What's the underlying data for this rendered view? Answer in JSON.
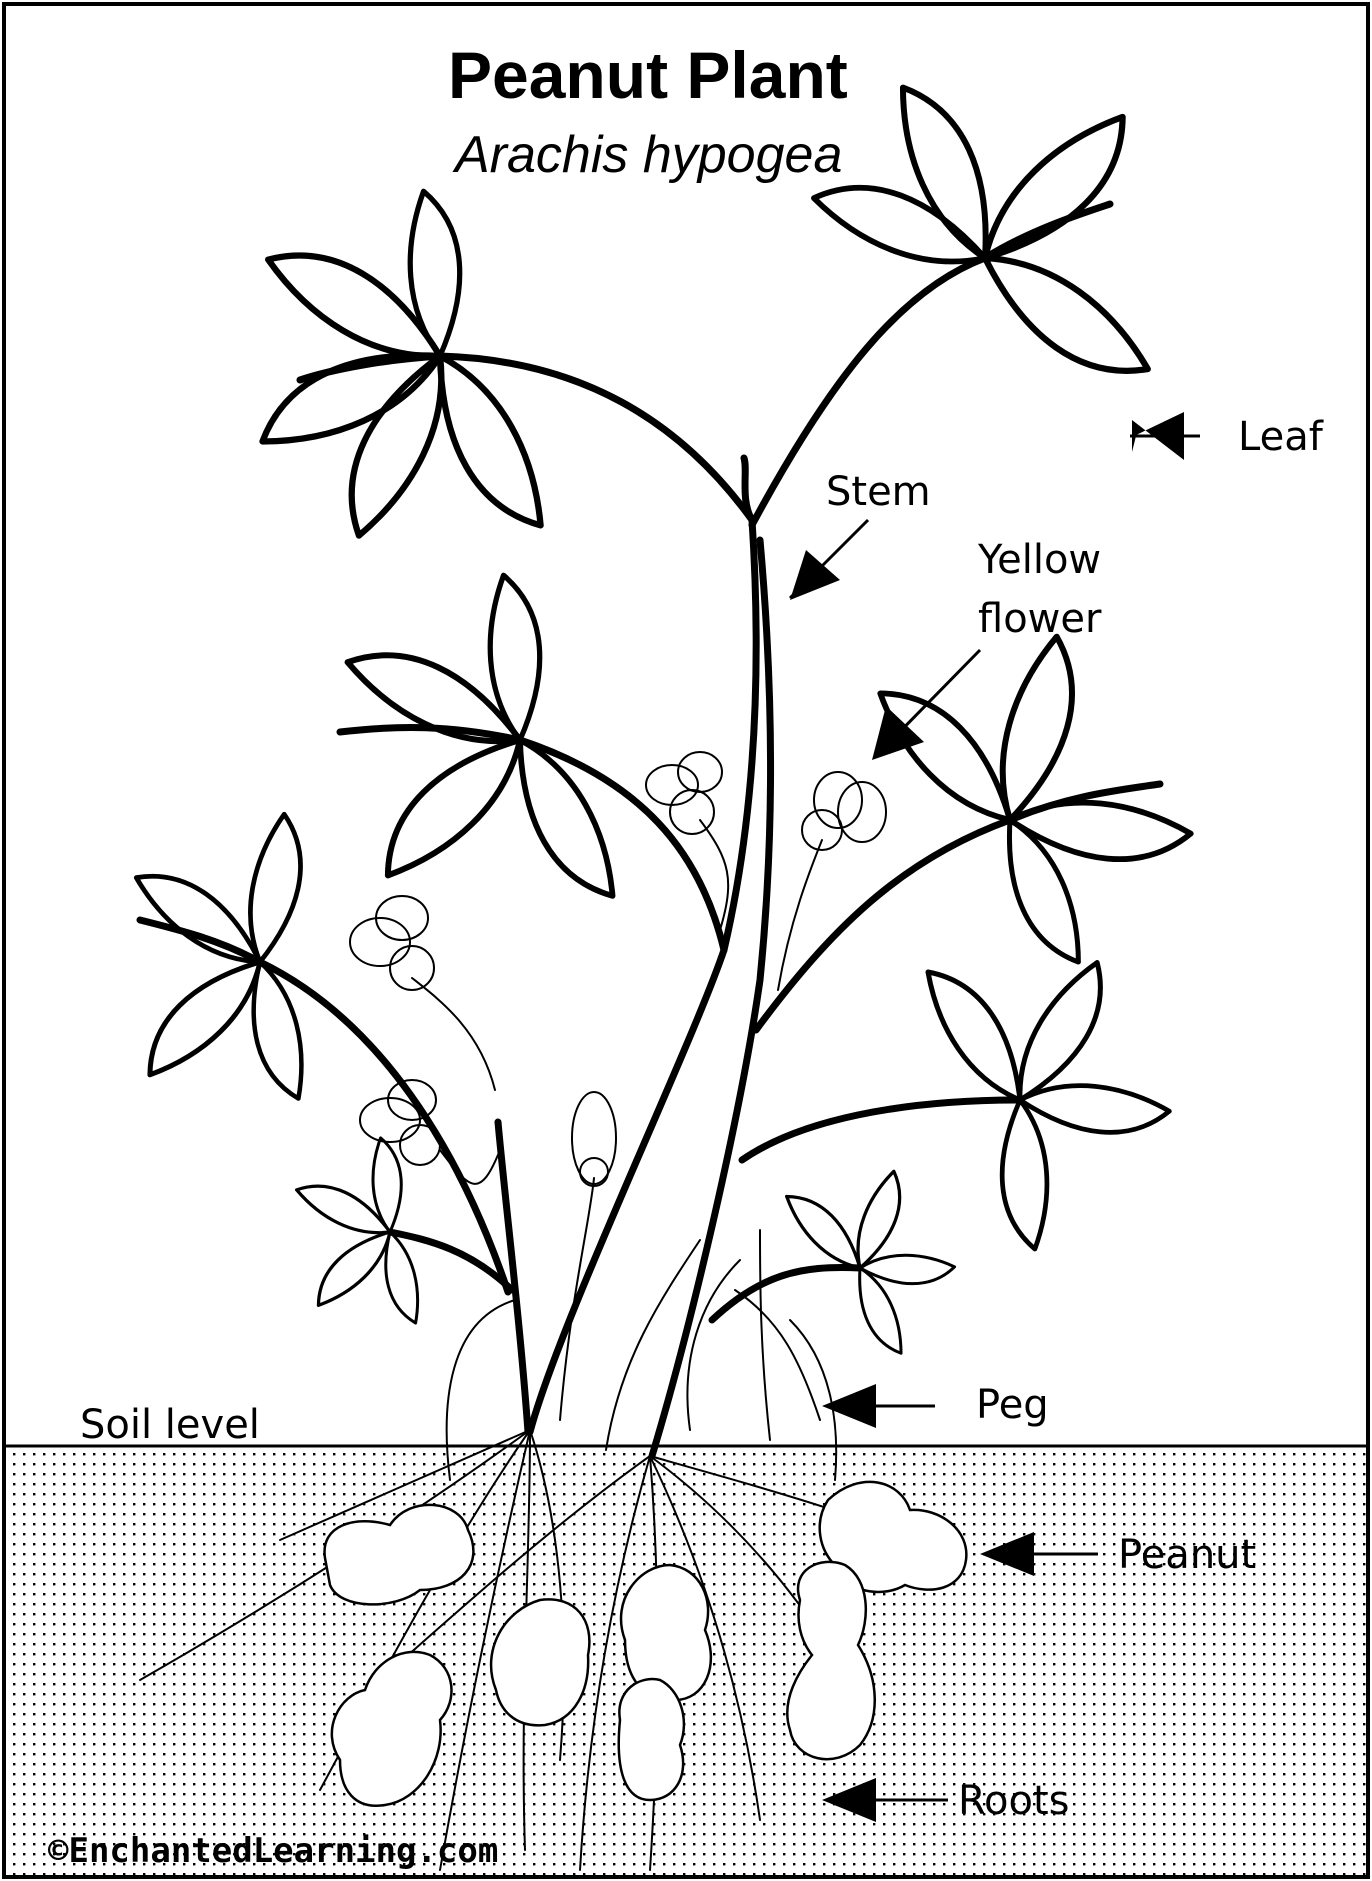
{
  "title": "Peanut Plant",
  "subtitle": "Arachis hypogea",
  "labels": {
    "leaf": "Leaf",
    "stem": "Stem",
    "flower_line1": "Yellow",
    "flower_line2": "flower",
    "soil_level": "Soil level",
    "peg": "Peg",
    "peanut": "Peanut",
    "roots": "Roots"
  },
  "credit": "©EnchantedLearning.com",
  "colors": {
    "ink": "#000000",
    "paper": "#ffffff"
  }
}
